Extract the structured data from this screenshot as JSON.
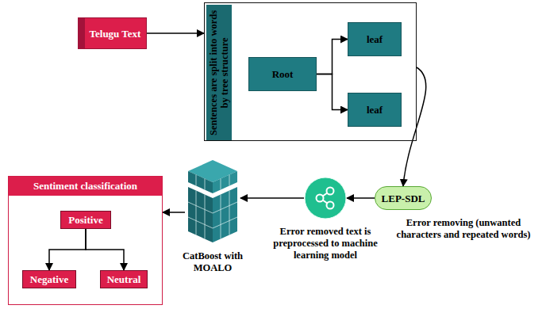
{
  "diagram": {
    "nodes": [
      {
        "text": [
          "Telugu Text"
        ]
      },
      {
        "text": []
      },
      {
        "text": [
          "Sentences are split into words by tree structure"
        ],
        "in": 1
      },
      {
        "text": [
          "Root"
        ],
        "in": 1
      },
      {
        "text": [
          "leaf"
        ],
        "in": 1
      },
      {
        "text": [
          "leaf"
        ],
        "in": 1
      },
      {
        "text": [
          "LEP-SDL",
          "Error removing (unwanted characters and repeated words)"
        ]
      },
      {
        "text": [
          "Error removed text is preprocessed to machine learning model"
        ]
      },
      {
        "text": [
          "CatBoost with MOALO"
        ]
      },
      {
        "text": [
          "Sentiment classification"
        ]
      },
      {
        "text": [
          "Positive"
        ],
        "in": 9
      },
      {
        "text": [
          "Negative"
        ],
        "in": 9
      },
      {
        "text": [
          "Neutral"
        ],
        "in": 9
      }
    ],
    "edges": [
      {
        "from": 0,
        "to": 1,
        "arrow": "to"
      },
      {
        "from": 3,
        "to": 4,
        "arrow": "to"
      },
      {
        "from": 3,
        "to": 5,
        "arrow": "to"
      },
      {
        "from": 1,
        "to": 6,
        "arrow": "to"
      },
      {
        "from": 6,
        "to": 7,
        "arrow": "to"
      },
      {
        "from": 7,
        "to": 8,
        "arrow": "to"
      },
      {
        "from": 8,
        "to": 9,
        "arrow": "to"
      },
      {
        "from": 10,
        "to": 11,
        "arrow": "to"
      },
      {
        "from": 10,
        "to": 12,
        "arrow": "to"
      }
    ]
  }
}
